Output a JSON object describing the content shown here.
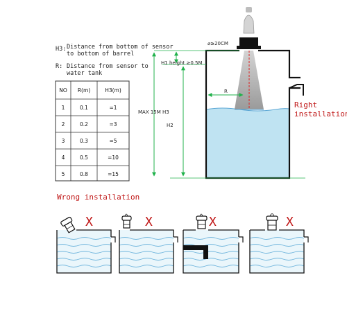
{
  "legend": {
    "h3_key": "H3:",
    "h3_line1": "Distance from bottom of sensor",
    "h3_line2": "to bottom of barrel",
    "r_key": "R:",
    "r_line1": "Distance from sensor to",
    "r_line2": "water tank"
  },
  "table": {
    "headers": [
      "NO",
      "R(m)",
      "H3(m)"
    ],
    "rows": [
      [
        "1",
        "0.1",
        "=1"
      ],
      [
        "2",
        "0.2",
        "=3"
      ],
      [
        "3",
        "0.3",
        "=5"
      ],
      [
        "4",
        "0.5",
        "=10"
      ],
      [
        "5",
        "0.8",
        "=15"
      ]
    ]
  },
  "labels": {
    "diameter": "⌀≥20CM",
    "h1": "H1 height ≥0.5M",
    "max": "MAX 15M H3",
    "h2": "H2",
    "r": "R"
  },
  "right_installation": {
    "line1": "Right",
    "line2": "installation"
  },
  "wrong_installation": "Wrong installation",
  "wrong_mark": "X",
  "colors": {
    "water": "#bfe3f2",
    "water_line": "#5aa6d4",
    "arrow": "#21b24b",
    "warning": "#c01818",
    "beam": "#9a9a9a"
  }
}
